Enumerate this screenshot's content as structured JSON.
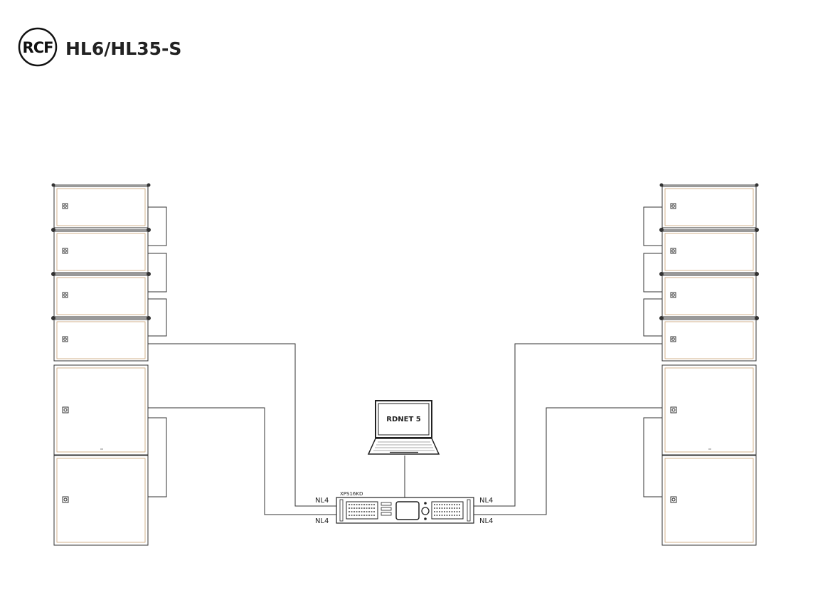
{
  "header": {
    "logo_text": "RCF",
    "title": "HL6/HL35-S"
  },
  "diagram": {
    "laptop_label": "RDNET 5",
    "amplifier_label": "XPS16KD",
    "connector_left_top": "NL4",
    "connector_left_bottom": "NL4",
    "connector_right_top": "NL4",
    "connector_right_bottom": "NL4"
  }
}
